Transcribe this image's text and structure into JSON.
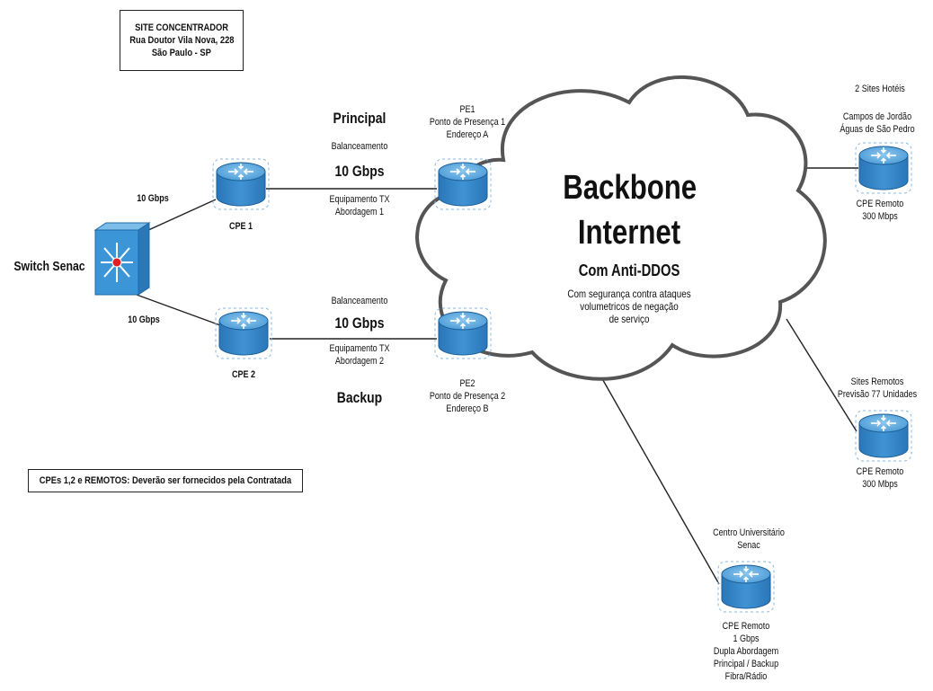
{
  "site_box": {
    "line1": "SITE CONCENTRADOR",
    "line2": "Rua Doutor Vila Nova, 228",
    "line3": "São Paulo - SP"
  },
  "switch": {
    "label": "Switch Senac",
    "icon": "switch-icon"
  },
  "links": {
    "upper_speed": "10 Gbps",
    "lower_speed": "10 Gbps"
  },
  "cpe1": {
    "label": "CPE 1"
  },
  "cpe2": {
    "label": "CPE 2"
  },
  "principal": {
    "title": "Principal",
    "balance": "Balanceamento",
    "speed": "10 Gbps",
    "equip": "Equipamento TX",
    "approach": "Abordagem 1"
  },
  "backup": {
    "title": "Backup",
    "balance": "Balanceamento",
    "speed": "10 Gbps",
    "equip": "Equipamento TX",
    "approach": "Abordagem 2"
  },
  "pe1": {
    "name": "PE1",
    "desc": "Ponto de Presença 1",
    "addr": "Endereço A"
  },
  "pe2": {
    "name": "PE2",
    "desc": "Ponto de Presença 2",
    "addr": "Endereço B"
  },
  "cloud": {
    "line1": "Backbone",
    "line2": "Internet",
    "sub": "Com Anti-DDOS",
    "desc1": "Com segurança contra ataques",
    "desc2": "volumetricos de negação",
    "desc3": "de serviço"
  },
  "hotels": {
    "header": "2 Sites Hotéis",
    "city1": "Campos de Jordão",
    "city2": "Águas de São Pedro",
    "cpe": "CPE Remoto",
    "speed": "300 Mbps"
  },
  "remote_sites": {
    "header": "Sites Remotos",
    "forecast": "Previsão 77 Unidades",
    "cpe": "CPE Remoto",
    "speed": "300 Mbps"
  },
  "university": {
    "name1": "Centro Universitário",
    "name2": "Senac",
    "cpe": "CPE Remoto",
    "speed": "1 Gbps",
    "dual": "Dupla Abordagem",
    "mode": "Principal / Backup",
    "media": "Fibra/Rádio"
  },
  "note": {
    "text": "CPEs 1,2 e REMOTOS: Deverão ser fornecidos pela Contratada"
  },
  "colors": {
    "router_top": "#5aa7dc",
    "router_body": "#2f7fc1",
    "switch": "#3a93d4",
    "line": "#222222",
    "cloud_stroke": "#555555"
  }
}
